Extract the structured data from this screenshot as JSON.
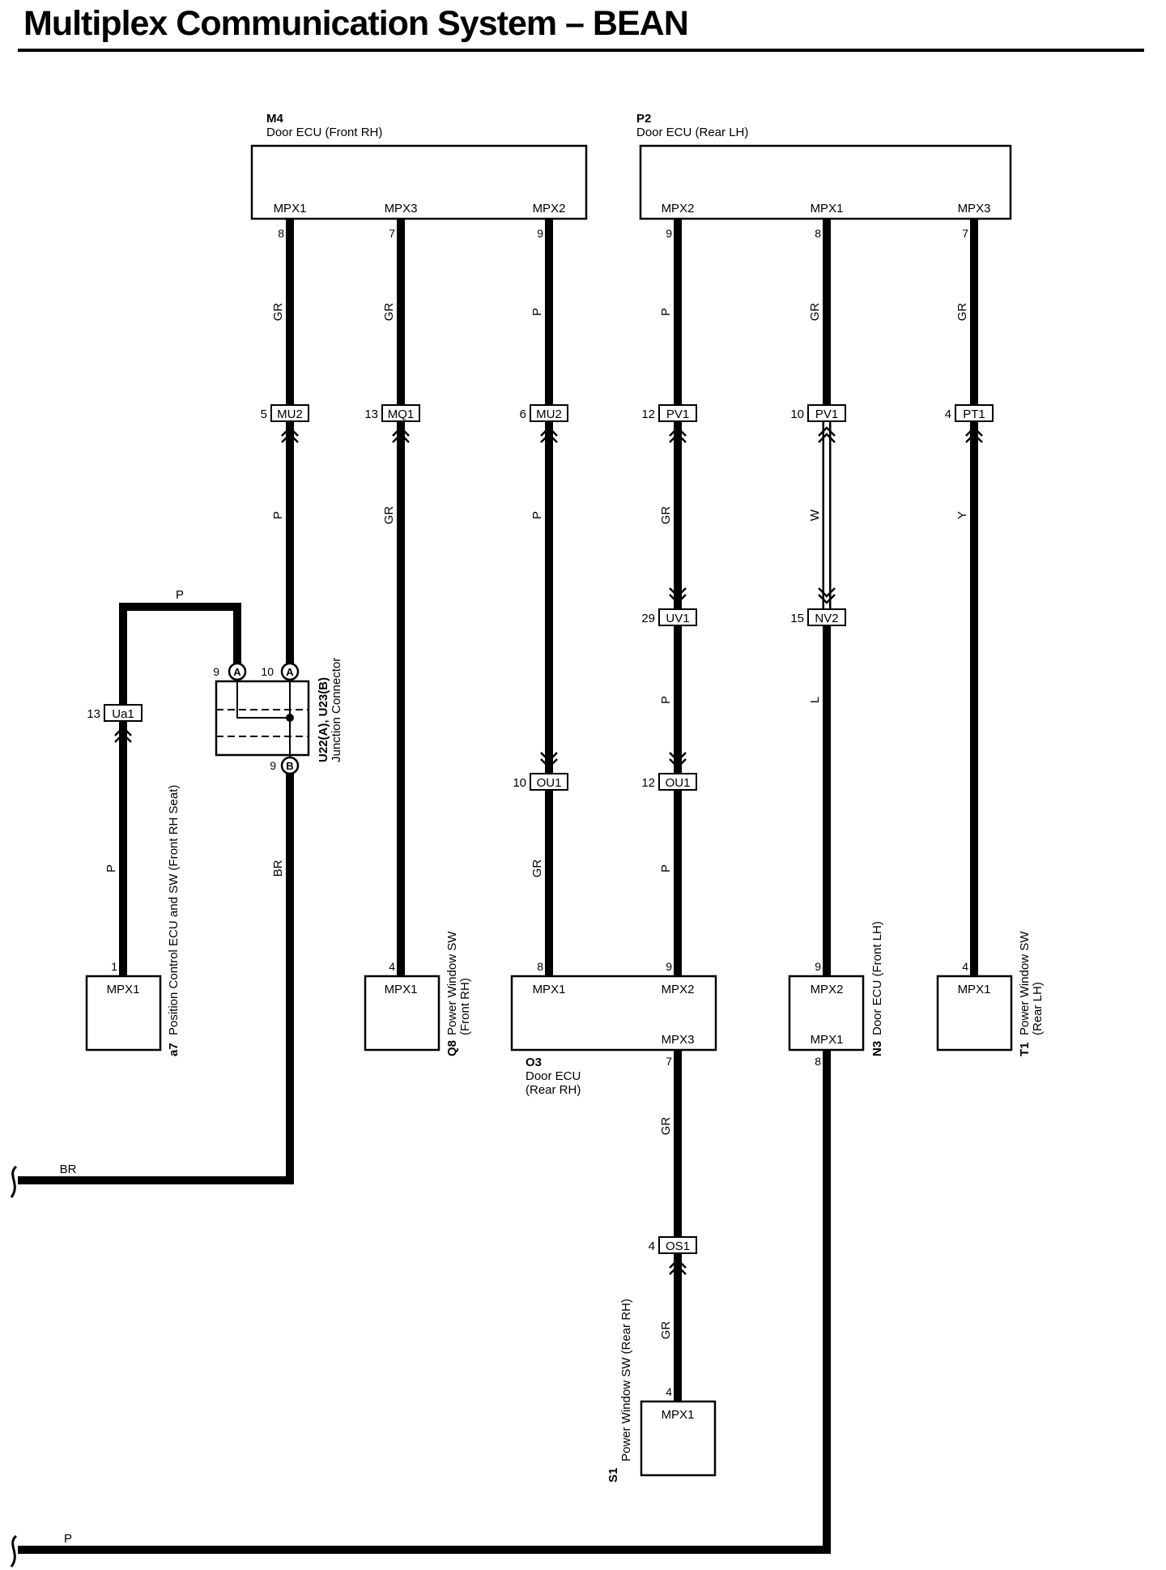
{
  "title": "Multiplex Communication System – BEAN",
  "components": [
    {
      "code": "M4",
      "name": "Door ECU (Front RH)",
      "pins": [
        {
          "label": "MPX1",
          "num": "8"
        },
        {
          "label": "MPX3",
          "num": "7"
        },
        {
          "label": "MPX2",
          "num": "9"
        }
      ]
    },
    {
      "code": "P2",
      "name": "Door ECU (Rear LH)",
      "pins": [
        {
          "label": "MPX2",
          "num": "9"
        },
        {
          "label": "MPX1",
          "num": "8"
        },
        {
          "label": "MPX3",
          "num": "7"
        }
      ]
    },
    {
      "code": "a7",
      "name": "Position Control ECU and SW (Front RH Seat)",
      "pins": [
        {
          "label": "MPX1",
          "num": "1"
        }
      ]
    },
    {
      "code": "Q8",
      "name": "Power Window SW",
      "name2": "(Front RH)",
      "pins": [
        {
          "label": "MPX1",
          "num": "4"
        }
      ]
    },
    {
      "code": "O3",
      "name": "Door ECU",
      "name2": "(Rear RH)",
      "pins": [
        {
          "label": "MPX1",
          "num": "8"
        },
        {
          "label": "MPX2",
          "num": "9"
        },
        {
          "label": "MPX3",
          "num": "7"
        }
      ]
    },
    {
      "code": "N3",
      "name": "Door ECU (Front LH)",
      "pins": [
        {
          "label": "MPX2",
          "num": "9"
        },
        {
          "label": "MPX1",
          "num": "8"
        }
      ]
    },
    {
      "code": "T1",
      "name": "Power Window SW",
      "name2": "(Rear LH)",
      "pins": [
        {
          "label": "MPX1",
          "num": "4"
        }
      ]
    },
    {
      "code": "S1",
      "name": "Power Window SW (Rear RH)",
      "pins": [
        {
          "label": "MPX1",
          "num": "4"
        }
      ]
    }
  ],
  "connectors": [
    {
      "id": "MU2",
      "pin": "5"
    },
    {
      "id": "MQ1",
      "pin": "13"
    },
    {
      "id": "MU2",
      "pin": "6"
    },
    {
      "id": "PV1",
      "pin": "12"
    },
    {
      "id": "PV1",
      "pin": "10"
    },
    {
      "id": "PT1",
      "pin": "4"
    },
    {
      "id": "Ua1",
      "pin": "13"
    },
    {
      "id": "UV1",
      "pin": "29"
    },
    {
      "id": "NV2",
      "pin": "15"
    },
    {
      "id": "OU1",
      "pin": "10"
    },
    {
      "id": "OU1",
      "pin": "12"
    },
    {
      "id": "OS1",
      "pin": "4"
    }
  ],
  "junction": {
    "name": "U22(A), U23(B)",
    "name2": "Junction Connector",
    "pins": [
      {
        "num": "9",
        "tag": "A"
      },
      {
        "num": "10",
        "tag": "A"
      },
      {
        "num": "9",
        "tag": "B"
      }
    ]
  },
  "wire_colors": [
    "GR",
    "GR",
    "P",
    "P",
    "GR",
    "GR",
    "P",
    "GR",
    "P",
    "GR",
    "W",
    "Y",
    "P",
    "P",
    "P",
    "L",
    "GR",
    "P",
    "BR",
    "BR",
    "GR",
    "GR",
    "P"
  ],
  "colors": {
    "ink": "#000000",
    "background": "#ffffff"
  }
}
